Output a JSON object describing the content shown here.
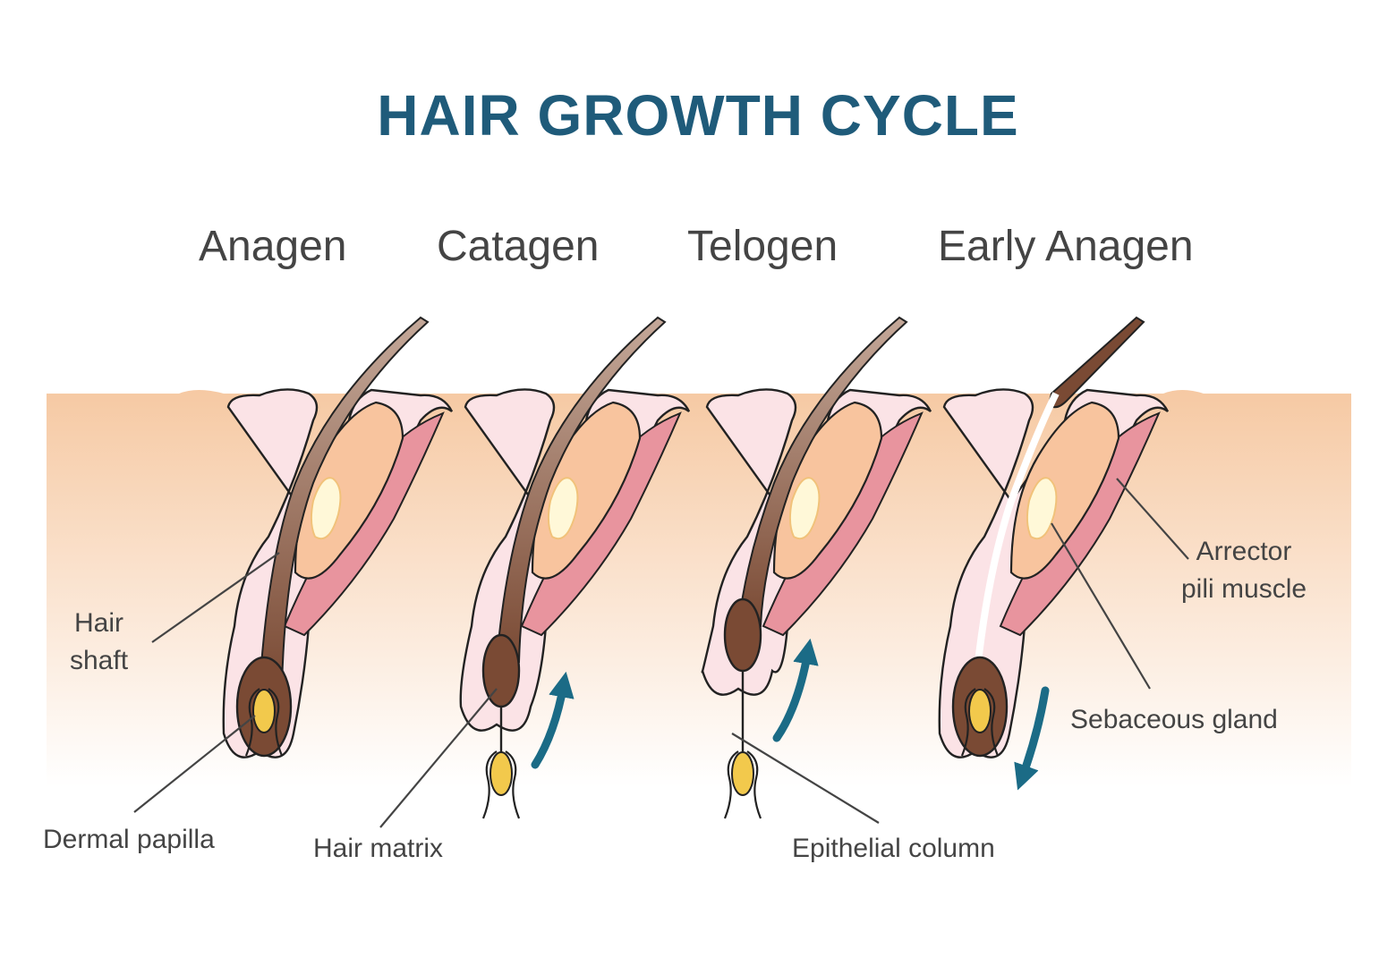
{
  "title": "HAIR GROWTH CYCLE",
  "phases": [
    "Anagen",
    "Catagen",
    "Telogen",
    "Early Anagen"
  ],
  "labels": {
    "hair_shaft": "Hair\nshaft",
    "dermal_papilla": "Dermal papilla",
    "hair_matrix": "Hair matrix",
    "epithelial_column": "Epithelial column",
    "arrector_pili_muscle": "Arrector\npili muscle",
    "sebaceous_gland": "Sebaceous gland"
  },
  "colors": {
    "title": "#1f5b7a",
    "text": "#444444",
    "skin_top": "#f6c9a3",
    "skin_bottom": "#ffffff",
    "follicle_sheath": "#fbe3e6",
    "muscle": "#e8949e",
    "gland": "#f8c49e",
    "gland_core": "#fff8d8",
    "hair": "#7a4a34",
    "papilla": "#f2c94c",
    "arrow": "#1b6b86"
  },
  "arrows": [
    {
      "phase": "Catagen",
      "direction": "up"
    },
    {
      "phase": "Telogen",
      "direction": "up"
    },
    {
      "phase": "Early Anagen",
      "direction": "down"
    }
  ]
}
